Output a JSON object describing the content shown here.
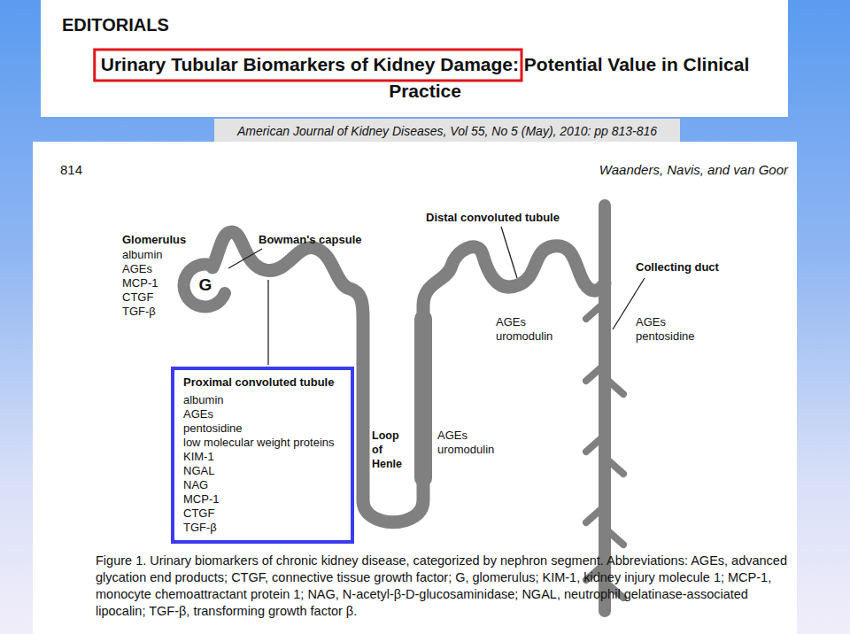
{
  "diagram": {
    "title": "Urinary Tubular Biomarkers of Kidney Damage: Potential Value in Clinical Practice",
    "caption": "Figure 1. Urinary biomarkers of chronic kidney disease, categorized by nephron segment. Abbreviations: AGEs, advanced glycation end products; CTGF, connective tissue growth factor; G, glomerulus; KIM-1, kidney injury molecule 1; MCP-1, monocyte chemoattractant protein 1; NAG, N-acetyl-β-D-glucosaminidase; NGAL, neutrophil gelatinase-associated lipocalin; TGF-β, transforming growth factor β.",
    "nodes": [
      {
        "text": [
          "Proximal convoluted tubule",
          "albumin",
          "AGEs",
          "pentosidine",
          "low molecular weight proteins",
          "KIM-1",
          "NGAL",
          "NAG",
          "MCP-1",
          "CTGF",
          "TGF-β"
        ]
      }
    ],
    "labels": [
      "EDITORIALS",
      "American Journal of Kidney Diseases, Vol 55, No 5 (May), 2010: pp 813-816",
      "814",
      "Waanders, Navis, and van Goor",
      "Glomerulus",
      "albumin",
      "AGEs",
      "MCP-1",
      "CTGF",
      "TGF-β",
      "Bowman's capsule",
      "G",
      "Distal convoluted tubule",
      "AGEs",
      "uromodulin",
      "Collecting duct",
      "AGEs",
      "pentosidine",
      "Loop of Henle",
      "AGEs",
      "uromodulin"
    ]
  }
}
